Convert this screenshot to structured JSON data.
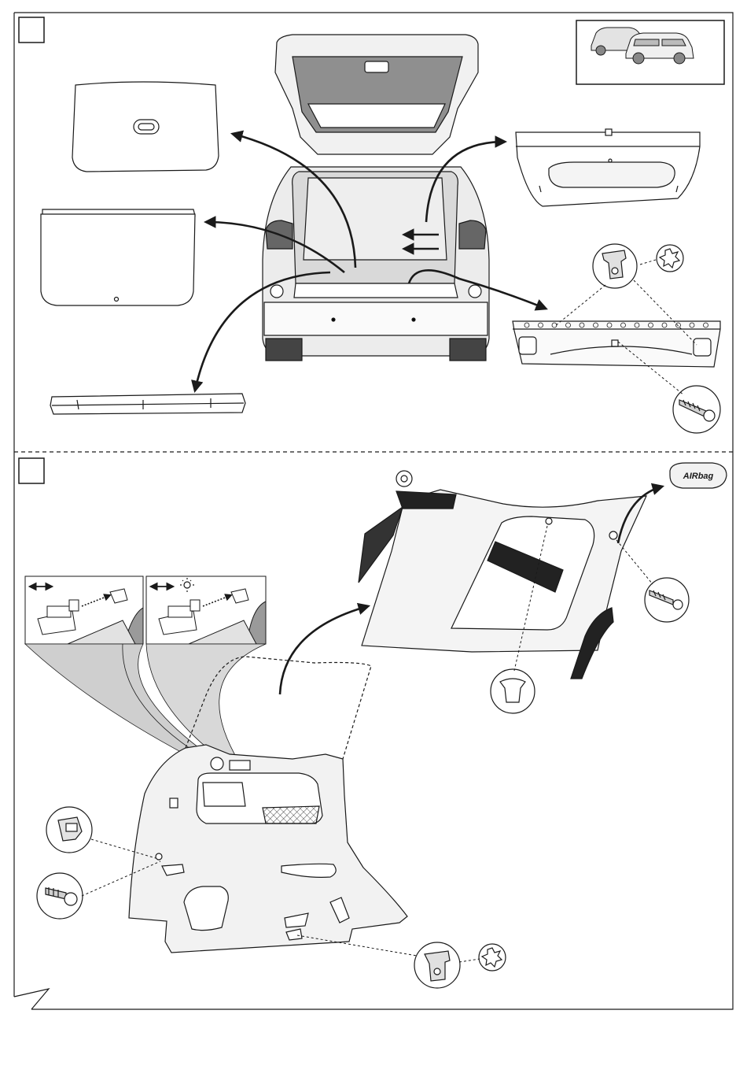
{
  "step_markers": [
    {
      "label": ""
    },
    {
      "label": ""
    }
  ],
  "reference_inset": {
    "vehicles": [
      "five-door-car",
      "seven-seat-car"
    ]
  },
  "panel_1": {
    "parts": [
      "parcel-shelf",
      "trunk-floor-cover",
      "rear-sill-trim",
      "rear-hatch-upper-trim",
      "rear-bumper-trim-panel",
      "push-clip",
      "torx-screw",
      "torx-bit"
    ]
  },
  "panel_2": {
    "parts": [
      "lamp-connector-detail",
      "illuminated-lamp-connector-detail",
      "side-panel-trim",
      "airbag-emblem",
      "clip",
      "screw",
      "fastener-clip",
      "torx-bit"
    ]
  },
  "airbag_label": "AIRbag",
  "colors": {
    "line": "#1a1a1a",
    "fill_light": "#ececec",
    "fill_mid": "#d9d9d9",
    "fill_dark": "#555555",
    "strap": "#222222",
    "fan": "#cfcfcf"
  }
}
